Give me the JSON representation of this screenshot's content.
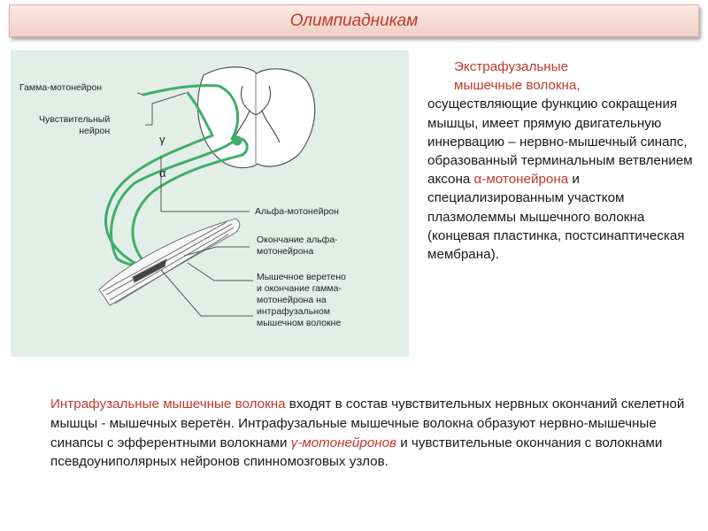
{
  "header": {
    "title": "Олимпиадникам"
  },
  "figure": {
    "labels": {
      "gamma_motoneuron": "Гамма-мотонейрон",
      "sensory_neuron": "Чувствительный\nнейрон",
      "gamma_symbol": "γ",
      "alpha_symbol": "α",
      "alpha_motoneuron": "Альфа-мотонейрон",
      "alpha_ending": "Окончание альфа-\nмотонейрона",
      "spindle": "Мышечное веретено\nи окончание гамма-\nмотонейрона на\nинтрафузальном\nмышечном волокне"
    }
  },
  "right_text": {
    "heading": "Экстрафузальные\nмышечные волокна,",
    "body_1": "осуществляющие функцию сокращения мышцы, имеет прямую двигательную иннервацию – нервно-мышечный синапс, образованный терминальным ветвлением аксона ",
    "alpha_highlight": "α-мотонейрона",
    "body_2": " и специализированным участком плазмолеммы мышечного волокна (концевая пластинка, постсинаптическая мембрана)."
  },
  "bottom_text": {
    "highlight_1": "Интрафузальные мышечные волокна",
    "text_1": " входят в состав чувствительных нервных окончаний скелетной мышцы - мышечных веретён. Интрафузальные мышечные волокна образуют нервно-мышечные синапсы с эфферентными волокнами ",
    "highlight_2": "γ-мотонейронов",
    "text_2": " и чувствительные окончания с волокнами псевдоуниполярных нейронов спинномозговых узлов."
  },
  "colors": {
    "accent_red": "#c0392b",
    "nerve_green": "#3fae6a",
    "figure_bg": "#e3eee9"
  }
}
